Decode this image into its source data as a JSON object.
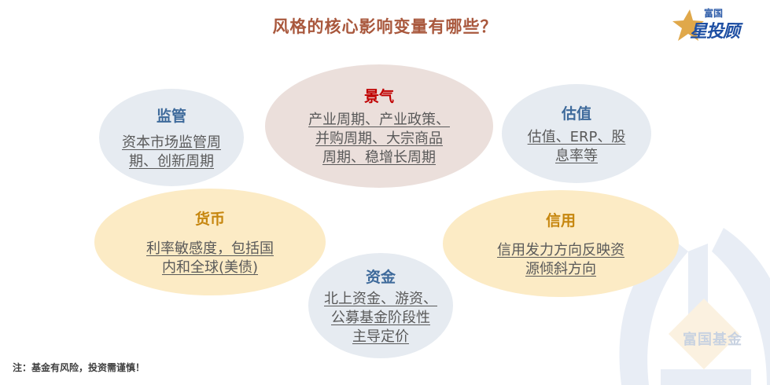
{
  "page": {
    "title": "风格的核心影响变量有哪些？"
  },
  "logo": {
    "top_text": "富国",
    "brand_text": "星投顾",
    "star_color": "#e0a84a",
    "text_color": "#1e4fa3"
  },
  "bubbles": [
    {
      "id": "regulation",
      "heading": "监管",
      "body_lines": [
        "资本市场监管周",
        "期、创新周期"
      ],
      "heading_color": "#3e6a9b",
      "fill_color": "#e6ebf1"
    },
    {
      "id": "prosperity",
      "heading": "景气",
      "body_lines": [
        "产业周期、产业政策、",
        "并购周期、大宗商品",
        "周期、稳增长周期"
      ],
      "heading_color": "#c00000",
      "fill_color": "#ebdfdb"
    },
    {
      "id": "valuation",
      "heading": "估值",
      "body_lines": [
        "估值、ERP、股",
        "息率等"
      ],
      "heading_color": "#3e6a9b",
      "fill_color": "#e6ebf1"
    },
    {
      "id": "monetary",
      "heading": "货币",
      "body_lines": [
        "利率敏感度，包括国",
        "内和全球(美债)"
      ],
      "heading_color": "#c6860e",
      "fill_color": "#fcebc5"
    },
    {
      "id": "credit",
      "heading": "信用",
      "body_lines": [
        "信用发力方向反映资",
        "源倾斜方向"
      ],
      "heading_color": "#c6860e",
      "fill_color": "#fcebc5"
    },
    {
      "id": "capital",
      "heading": "资金",
      "body_lines": [
        "北上资金、游资、",
        "公募基金阶段性",
        "主导定价"
      ],
      "heading_color": "#3e6a9b",
      "fill_color": "#e6ebf1"
    }
  ],
  "watermark": {
    "text": "富国基金"
  },
  "footer": {
    "note": "注：基金有风险，投资需谨慎！"
  }
}
